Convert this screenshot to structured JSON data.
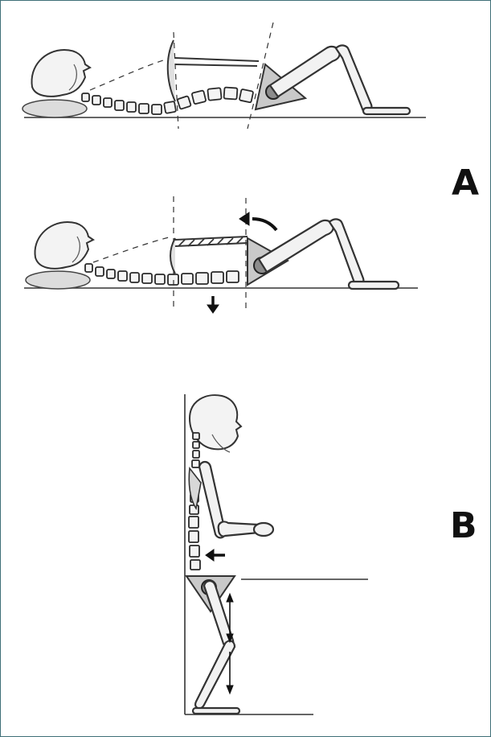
{
  "figure": {
    "panels": [
      {
        "id": "A",
        "label": "A"
      },
      {
        "id": "B",
        "label": "B"
      }
    ],
    "colors": {
      "frame": "#3f6f78",
      "ink": "#333333",
      "bone_fill": "#f2f2f2",
      "pelvis_fill": "#c9c9c9",
      "joint_fill": "#8c8c8c",
      "pillow_fill": "#dcdcdc"
    }
  }
}
